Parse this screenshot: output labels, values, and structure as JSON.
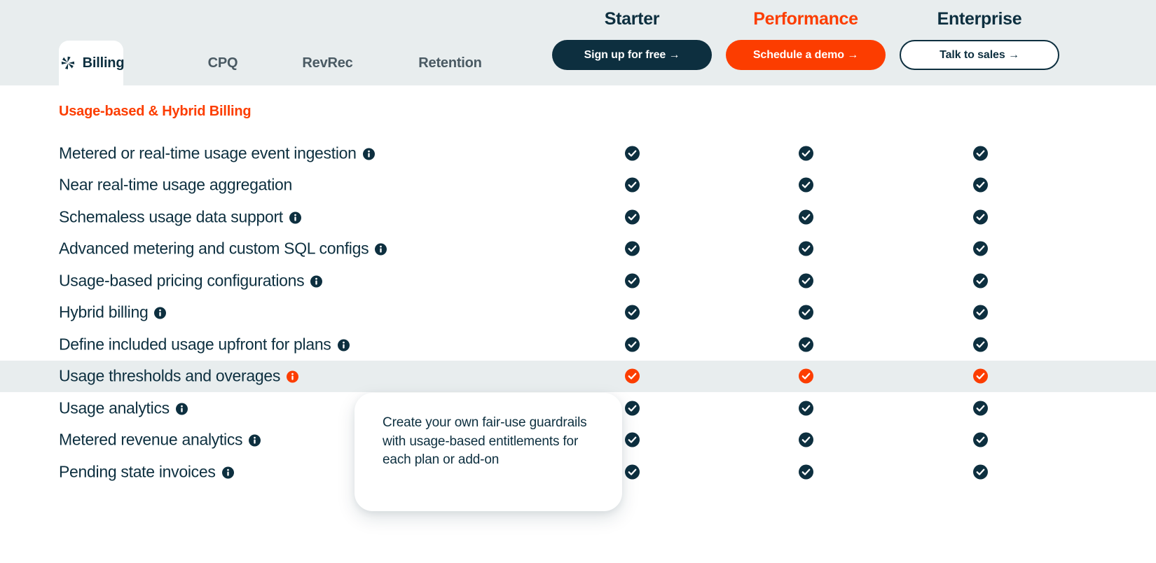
{
  "colors": {
    "navy": "#0d2f3f",
    "orange": "#fc3d00",
    "header_band": "#e8edee",
    "row_hover": "#e8edee",
    "tab_inactive": "#4a5a63",
    "white": "#ffffff"
  },
  "tabs": [
    {
      "label": "Billing",
      "active": true,
      "icon": "maxio-pinwheel-logo-icon"
    },
    {
      "label": "CPQ",
      "active": false
    },
    {
      "label": "RevRec",
      "active": false
    },
    {
      "label": "Retention",
      "active": false
    }
  ],
  "plans": [
    {
      "name": "Starter",
      "name_color": "#0d2f3f",
      "cta_label": "Sign up for free →",
      "cta_style": "dark"
    },
    {
      "name": "Performance",
      "name_color": "#fc3d00",
      "cta_label": "Schedule a demo →",
      "cta_style": "orange"
    },
    {
      "name": "Enterprise",
      "name_color": "#0d2f3f",
      "cta_label": "Talk to sales →",
      "cta_style": "outline"
    }
  ],
  "section": {
    "title": "Usage-based & Hybrid Billing"
  },
  "features": [
    {
      "label": "Metered or real-time usage event ingestion",
      "has_info": true,
      "info_color": "navy",
      "hovered": false,
      "checks": [
        "navy",
        "navy",
        "navy"
      ]
    },
    {
      "label": "Near real-time usage aggregation",
      "has_info": false,
      "info_color": "navy",
      "hovered": false,
      "checks": [
        "navy",
        "navy",
        "navy"
      ]
    },
    {
      "label": "Schemaless usage data support",
      "has_info": true,
      "info_color": "navy",
      "hovered": false,
      "checks": [
        "navy",
        "navy",
        "navy"
      ]
    },
    {
      "label": "Advanced metering and custom SQL configs",
      "has_info": true,
      "info_color": "navy",
      "hovered": false,
      "checks": [
        "navy",
        "navy",
        "navy"
      ]
    },
    {
      "label": "Usage-based pricing configurations",
      "has_info": true,
      "info_color": "navy",
      "hovered": false,
      "checks": [
        "navy",
        "navy",
        "navy"
      ]
    },
    {
      "label": "Hybrid billing",
      "has_info": true,
      "info_color": "navy",
      "hovered": false,
      "checks": [
        "navy",
        "navy",
        "navy"
      ]
    },
    {
      "label": "Define included usage upfront for plans",
      "has_info": true,
      "info_color": "navy",
      "hovered": false,
      "checks": [
        "navy",
        "navy",
        "navy"
      ]
    },
    {
      "label": "Usage thresholds and overages",
      "has_info": true,
      "info_color": "orange",
      "hovered": true,
      "checks": [
        "orange",
        "orange",
        "orange"
      ]
    },
    {
      "label": "Usage analytics",
      "has_info": true,
      "info_color": "navy",
      "hovered": false,
      "checks": [
        "navy",
        "navy",
        "navy"
      ]
    },
    {
      "label": "Metered revenue analytics",
      "has_info": true,
      "info_color": "navy",
      "hovered": false,
      "checks": [
        "navy",
        "navy",
        "navy"
      ]
    },
    {
      "label": "Pending state invoices",
      "has_info": true,
      "info_color": "navy",
      "hovered": false,
      "checks": [
        "navy",
        "navy",
        "navy"
      ]
    }
  ],
  "tooltip": {
    "visible": true,
    "text": "Create your own fair-use guardrails with usage-based entitlements for each plan or add-on"
  }
}
